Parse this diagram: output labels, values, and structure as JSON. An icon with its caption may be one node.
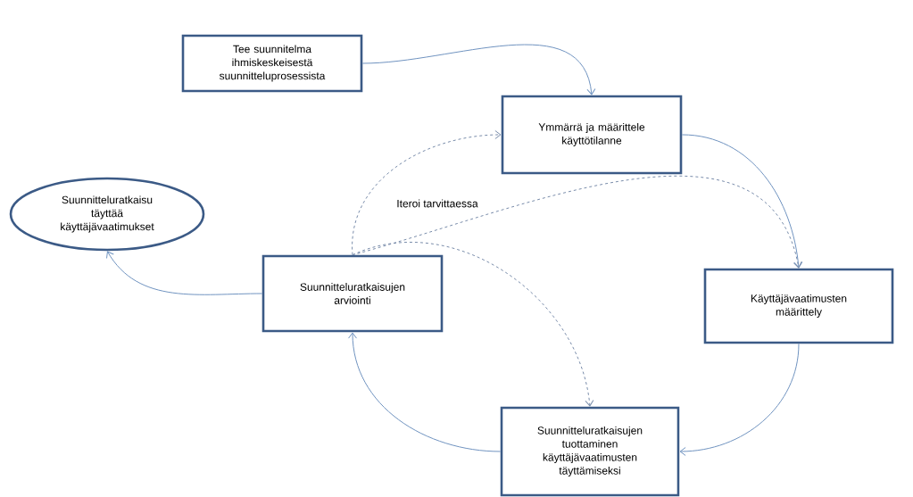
{
  "diagram": {
    "nodes": [
      {
        "text": [
          "Tee suunnitelma ihmiskeskeisestä suunnitteluprosessista"
        ]
      },
      {
        "text": [
          "Ymmärrä ja määrittele käyttötilanne"
        ]
      },
      {
        "text": [
          "Suunnitteluratkaisu täyttää käyttäjävaatimukset"
        ]
      },
      {
        "text": [
          "Suunnitteluratkaisujen arviointi"
        ]
      },
      {
        "text": [
          "Käyttäjävaatimusten määrittely"
        ]
      },
      {
        "text": [
          "Suunnitteluratkaisujen tuottaminen käyttäjävaatimusten täyttämiseksi"
        ]
      }
    ],
    "edges": [
      {
        "from": 0,
        "to": 1,
        "arrow": "to"
      },
      {
        "from": 1,
        "to": 4,
        "arrow": "to"
      },
      {
        "from": 4,
        "to": 5,
        "arrow": "to"
      },
      {
        "from": 5,
        "to": 3,
        "arrow": "to"
      },
      {
        "from": 3,
        "to": 2,
        "arrow": "to"
      },
      {
        "from": 3,
        "to": 1,
        "arrow": "to",
        "style": "dashed",
        "label": "Iteroi tarvittaessa"
      },
      {
        "from": 3,
        "to": 4,
        "arrow": "to",
        "style": "dashed"
      },
      {
        "from": 3,
        "to": 5,
        "arrow": "to",
        "style": "dashed"
      }
    ]
  }
}
